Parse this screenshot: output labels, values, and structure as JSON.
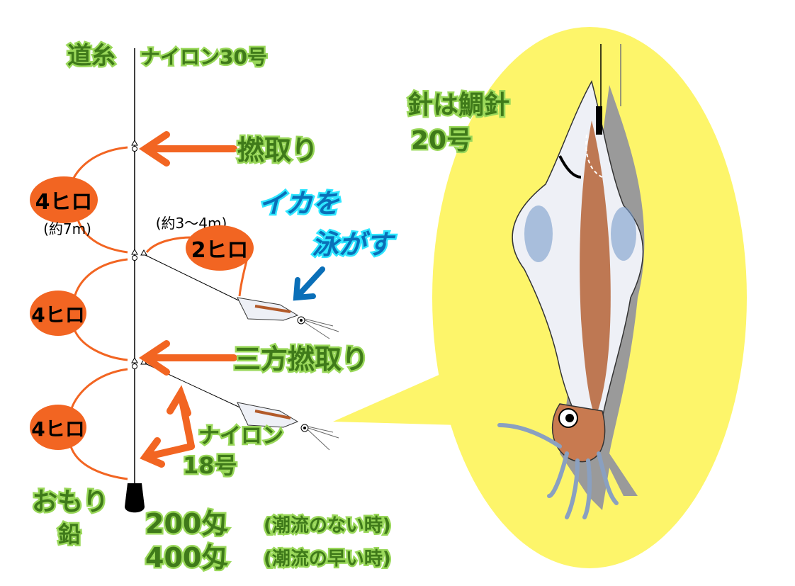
{
  "main_line": {
    "label": "道糸",
    "spec": "ナイロン30号"
  },
  "hook": {
    "line1": "針は鯛針",
    "line2": "20号"
  },
  "swivel": {
    "label": "撚取り"
  },
  "three_way_swivel": {
    "label": "三方撚取り"
  },
  "swim_squid": {
    "line1": "イカを",
    "line2": "泳がす"
  },
  "lengths": {
    "upper": {
      "label": "4ヒロ",
      "note": "(約7m)"
    },
    "branch": {
      "label": "2ヒロ",
      "note": "(約3～4m)"
    },
    "middle": {
      "label": "4ヒロ"
    },
    "lower": {
      "label": "4ヒロ"
    }
  },
  "branch_line": {
    "line1": "ナイロン",
    "line2": "18号"
  },
  "sinker": {
    "line1": "おもり",
    "line2": "鉛"
  },
  "weights": [
    {
      "weight": "200匁",
      "condition": "(潮流のない時)"
    },
    {
      "weight": "400匁",
      "condition": "(潮流の早い時)"
    }
  ],
  "colors": {
    "orange": "#f26522",
    "yellow": "#fdf56a",
    "green": "#3f7a1a",
    "blue": "#0a6fb8"
  }
}
